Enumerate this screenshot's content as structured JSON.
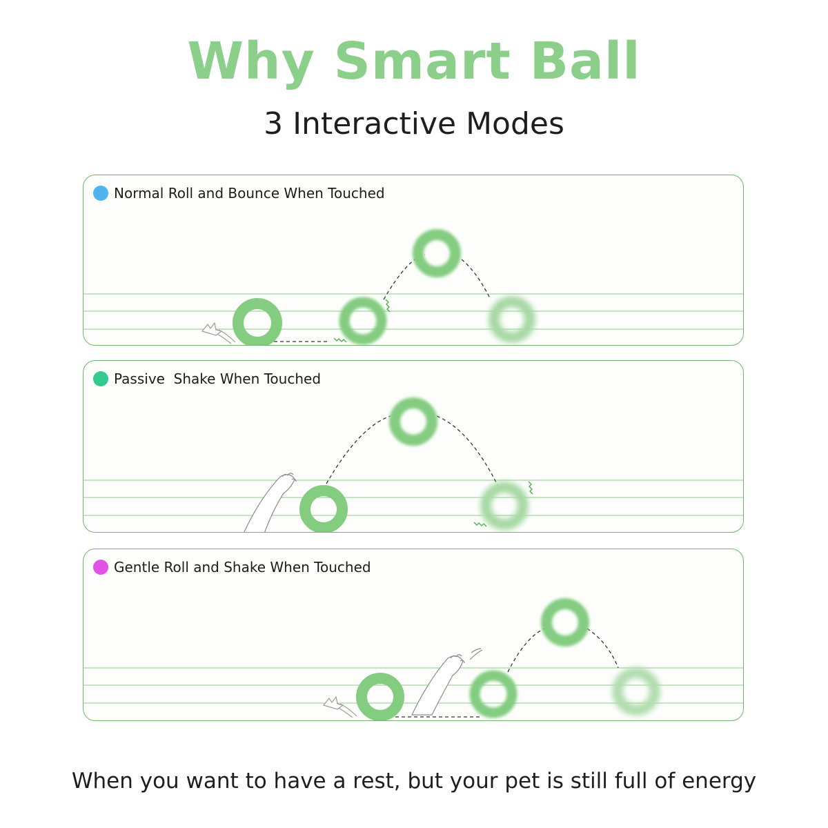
{
  "header": {
    "title": "Why Smart Ball",
    "subtitle": "3 Interactive Modes"
  },
  "colors": {
    "accent_green": "#8ccf8a",
    "ball_green": "#83cc80",
    "line_green": "#6fb56e"
  },
  "modes": [
    {
      "label": "Normal Roll and Bounce When Touched",
      "dot_color": "#4fb3ee"
    },
    {
      "label": "Passive  Shake When Touched",
      "dot_color": "#36c98f"
    },
    {
      "label": "Gentle Roll and Shake When Touched",
      "dot_color": "#e052e8"
    }
  ],
  "footer": {
    "text": "When you want to have a rest, but your pet is still full of energy"
  }
}
